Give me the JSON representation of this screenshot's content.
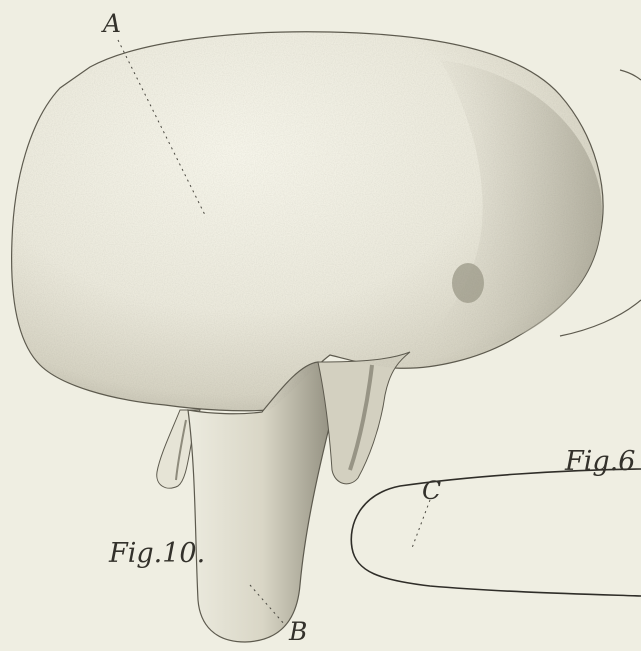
{
  "plate": {
    "figures": [
      {
        "id": "fig10",
        "label": "Fig.10."
      },
      {
        "id": "fig6",
        "label": "Fig.6"
      }
    ],
    "letters": {
      "a": "A",
      "b": "B",
      "c": "C"
    }
  },
  "colors": {
    "paper": "#efeee2",
    "ink": "#33312b",
    "shadow": "#8e8b7c",
    "highlight": "#f6f5ea"
  }
}
